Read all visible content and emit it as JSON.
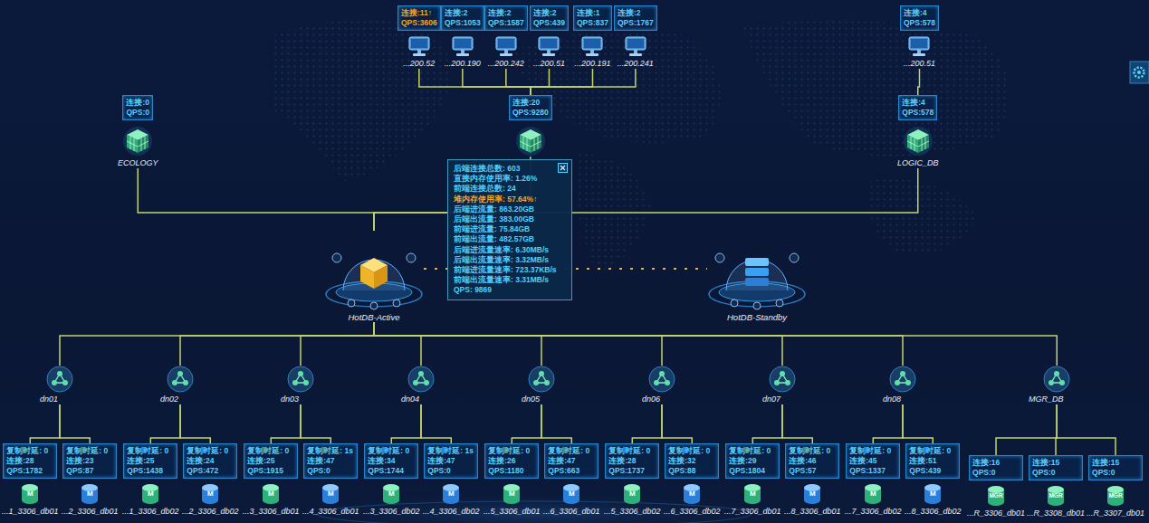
{
  "diagram": {
    "nodes": [
      {
        "text": [
          "连接:11↑",
          "QPS:3606",
          "...200.52"
        ]
      },
      {
        "text": [
          "连接:2",
          "QPS:1053",
          "...200.190"
        ]
      },
      {
        "text": [
          "连接:2",
          "QPS:1587",
          "...200.242"
        ]
      },
      {
        "text": [
          "连接:2",
          "QPS:439",
          "...200.51"
        ]
      },
      {
        "text": [
          "连接:1",
          "QPS:837",
          "...200.191"
        ]
      },
      {
        "text": [
          "连接:2",
          "QPS:1767",
          "...200.241"
        ]
      },
      {
        "text": [
          "连接:4",
          "QPS:578",
          "...200.51"
        ]
      },
      {
        "text": [
          "连接:0",
          "QPS:0",
          "ECOLOGY"
        ]
      },
      {
        "text": [
          "连接:20",
          "QPS:9280"
        ]
      },
      {
        "text": [
          "连接:4",
          "QPS:578",
          "LOGIC_DB"
        ]
      },
      {
        "text": [
          "后端连接总数: 603",
          "直接内存使用率: 1.26%",
          "前端连接总数: 24",
          "堆内存使用率: 57.64%↑",
          "后端进流量: 863.20GB",
          "后端出流量: 383.00GB",
          "前端进流量: 75.84GB",
          "前端出流量: 482.57GB",
          "后端进流量速率: 6.30MB/s",
          "后端出流量速率: 3.32MB/s",
          "前端进流量速率: 723.37KB/s",
          "前端出流量速率: 3.31MB/s",
          "QPS: 9869"
        ]
      },
      {
        "text": [
          "HotDB-Active"
        ]
      },
      {
        "text": [
          "HotDB-Standby"
        ]
      },
      {
        "text": [
          "dn01"
        ]
      },
      {
        "text": [
          "dn02"
        ]
      },
      {
        "text": [
          "dn03"
        ]
      },
      {
        "text": [
          "dn04"
        ]
      },
      {
        "text": [
          "dn05"
        ]
      },
      {
        "text": [
          "dn06"
        ]
      },
      {
        "text": [
          "dn07"
        ]
      },
      {
        "text": [
          "dn08"
        ]
      },
      {
        "text": [
          "MGR_DB"
        ]
      },
      {
        "text": [
          "复制时延: 0",
          "连接:28",
          "QPS:1782",
          "M",
          "...1_3306_db01"
        ]
      },
      {
        "text": [
          "复制时延: 0",
          "连接:23",
          "QPS:87",
          "M",
          "...2_3306_db01"
        ]
      },
      {
        "text": [
          "复制时延: 0",
          "连接:25",
          "QPS:1438",
          "M",
          "...1_3306_db02"
        ]
      },
      {
        "text": [
          "复制时延: 0",
          "连接:24",
          "QPS:472",
          "M",
          "...2_3306_db02"
        ]
      },
      {
        "text": [
          "复制时延: 0",
          "连接:25",
          "QPS:1915",
          "M",
          "...3_3306_db01"
        ]
      },
      {
        "text": [
          "复制时延: 1s",
          "连接:47",
          "QPS:0",
          "M",
          "...4_3306_db01"
        ]
      },
      {
        "text": [
          "复制时延: 0",
          "连接:34",
          "QPS:1744",
          "M",
          "...3_3306_db02"
        ]
      },
      {
        "text": [
          "复制时延: 1s",
          "连接:47",
          "QPS:0",
          "M",
          "...4_3306_db02"
        ]
      },
      {
        "text": [
          "复制时延: 0",
          "连接:26",
          "QPS:1180",
          "M",
          "...5_3306_db01"
        ]
      },
      {
        "text": [
          "复制时延: 0",
          "连接:47",
          "QPS:663",
          "M",
          "...6_3306_db01"
        ]
      },
      {
        "text": [
          "复制时延: 0",
          "连接:28",
          "QPS:1737",
          "M",
          "...5_3306_db02"
        ]
      },
      {
        "text": [
          "复制时延: 0",
          "连接:32",
          "QPS:88",
          "M",
          "...6_3306_db02"
        ]
      },
      {
        "text": [
          "复制时延: 0",
          "连接:29",
          "QPS:1804",
          "M",
          "...7_3306_db01"
        ]
      },
      {
        "text": [
          "复制时延: 0",
          "连接:46",
          "QPS:57",
          "M",
          "...8_3306_db01"
        ]
      },
      {
        "text": [
          "复制时延: 0",
          "连接:45",
          "QPS:1337",
          "M",
          "...7_3306_db02"
        ]
      },
      {
        "text": [
          "复制时延: 0",
          "连接:51",
          "QPS:439",
          "M",
          "...8_3306_db02"
        ]
      },
      {
        "text": [
          "连接:16",
          "QPS:0",
          "MGR",
          "...R_3306_db01"
        ]
      },
      {
        "text": [
          "连接:15",
          "QPS:0",
          "MGR",
          "...R_3308_db01"
        ]
      },
      {
        "text": [
          "连接:15",
          "QPS:0",
          "MGR",
          "...R_3307_db01"
        ]
      }
    ],
    "edges": [
      {
        "from": 0,
        "to": 8,
        "arrow": "none"
      },
      {
        "from": 1,
        "to": 8,
        "arrow": "none"
      },
      {
        "from": 2,
        "to": 8,
        "arrow": "none"
      },
      {
        "from": 3,
        "to": 8,
        "arrow": "none"
      },
      {
        "from": 4,
        "to": 8,
        "arrow": "none"
      },
      {
        "from": 5,
        "to": 8,
        "arrow": "none"
      },
      {
        "from": 6,
        "to": 9,
        "arrow": "none"
      },
      {
        "from": 7,
        "to": 11,
        "arrow": "none"
      },
      {
        "from": 8,
        "to": 11,
        "arrow": "none"
      },
      {
        "from": 9,
        "to": 11,
        "arrow": "none"
      },
      {
        "from": 11,
        "to": 12,
        "arrow": "none"
      },
      {
        "from": 11,
        "to": 13,
        "arrow": "none"
      },
      {
        "from": 11,
        "to": 14,
        "arrow": "none"
      },
      {
        "from": 11,
        "to": 15,
        "arrow": "none"
      },
      {
        "from": 11,
        "to": 16,
        "arrow": "none"
      },
      {
        "from": 11,
        "to": 17,
        "arrow": "none"
      },
      {
        "from": 11,
        "to": 18,
        "arrow": "none"
      },
      {
        "from": 11,
        "to": 19,
        "arrow": "none"
      },
      {
        "from": 11,
        "to": 20,
        "arrow": "none"
      },
      {
        "from": 11,
        "to": 21,
        "arrow": "none"
      },
      {
        "from": 13,
        "to": 22,
        "arrow": "none"
      },
      {
        "from": 13,
        "to": 23,
        "arrow": "none"
      },
      {
        "from": 14,
        "to": 24,
        "arrow": "none"
      },
      {
        "from": 14,
        "to": 25,
        "arrow": "none"
      },
      {
        "from": 15,
        "to": 26,
        "arrow": "none"
      },
      {
        "from": 15,
        "to": 27,
        "arrow": "none"
      },
      {
        "from": 16,
        "to": 28,
        "arrow": "none"
      },
      {
        "from": 16,
        "to": 29,
        "arrow": "none"
      },
      {
        "from": 17,
        "to": 30,
        "arrow": "none"
      },
      {
        "from": 17,
        "to": 31,
        "arrow": "none"
      },
      {
        "from": 18,
        "to": 32,
        "arrow": "none"
      },
      {
        "from": 18,
        "to": 33,
        "arrow": "none"
      },
      {
        "from": 19,
        "to": 34,
        "arrow": "none"
      },
      {
        "from": 19,
        "to": 35,
        "arrow": "none"
      },
      {
        "from": 20,
        "to": 36,
        "arrow": "none"
      },
      {
        "from": 20,
        "to": 37,
        "arrow": "none"
      },
      {
        "from": 21,
        "to": 38,
        "arrow": "none"
      },
      {
        "from": 21,
        "to": 39,
        "arrow": "none"
      },
      {
        "from": 21,
        "to": 40,
        "arrow": "none"
      }
    ]
  }
}
